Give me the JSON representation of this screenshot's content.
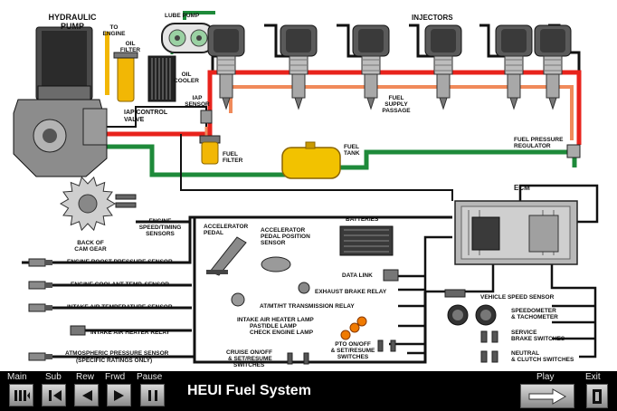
{
  "diagram": {
    "title": "HEUI Fuel System",
    "labels": {
      "hydraulic_pump": [
        "HYDRAULIC",
        "PUMP"
      ],
      "to_engine": [
        "TO",
        "ENGINE"
      ],
      "lube_pump": "LUBE PUMP",
      "oil_filter": [
        "OIL",
        "FILTER"
      ],
      "oil_cooler": [
        "OIL",
        "COOLER"
      ],
      "injectors": "INJECTORS",
      "iap_sensor": [
        "IAP",
        "SENSOR"
      ],
      "iap_control_valve": [
        "IAP CONTROL",
        "VALVE"
      ],
      "fuel_supply_passage": [
        "FUEL",
        "SUPPLY",
        "PASSAGE"
      ],
      "fuel_filter": [
        "FUEL",
        "FILTER"
      ],
      "fuel_tank": [
        "FUEL",
        "TANK"
      ],
      "fuel_pressure_regulator": [
        "FUEL PRESSURE",
        "REGULATOR"
      ],
      "ecm": "ECM",
      "back_of_cam_gear": [
        "BACK OF",
        "CAM GEAR"
      ],
      "engine_speed_timing_sensors": [
        "ENGINE",
        "SPEED/TIMING",
        "SENSORS"
      ],
      "accelerator_pedal": [
        "ACCELERATOR",
        "PEDAL"
      ],
      "accelerator_pedal_position_sensor": [
        "ACCELERATOR",
        "PEDAL POSITION",
        "SENSOR"
      ],
      "batteries": "BATTERIES",
      "engine_boost_pressure_sensor": "ENGINE BOOST PRESSURE SENSOR",
      "engine_coolant_temp_sensor": "ENGINE COOLANT TEMP. SENSOR",
      "intake_air_temperature_sensor": "INTAKE AIR TEMPERATURE SENSOR",
      "intake_air_heater_relay": "INTAKE AIR HEATER RELAY",
      "atmospheric_pressure_sensor": [
        "ATMOSPHERIC PRESSURE SENSOR",
        "(SPECIFIC RATINGS ONLY)"
      ],
      "data_link": "DATA LINK",
      "exhaust_brake_relay": "EXHAUST BRAKE RELAY",
      "at_mt_ht_transmission_relay": "AT/MT/HT TRANSMISSION RELAY",
      "lamps": [
        "INTAKE AIR HEATER LAMP",
        "PASTIDLE LAMP",
        "CHECK ENGINE LAMP"
      ],
      "pto_switches": [
        "PTO ON/OFF",
        "& SET/RESUME",
        "SWITCHES"
      ],
      "cruise_switches": [
        "CRUISE ON/OFF",
        "& SET/RESUME",
        "SWITCHES"
      ],
      "vehicle_speed_sensor": "VEHICLE SPEED SENSOR",
      "speedometer_tachometer": [
        "SPEEDOMETER",
        "& TACHOMETER"
      ],
      "service_brake_switches": [
        "SERVICE",
        "BRAKE SWITCHES"
      ],
      "neutral_clutch_switches": [
        "NEUTRAL",
        "& CLUTCH SWITCHES"
      ]
    }
  },
  "toolbar": {
    "main_label": "Main",
    "sub_label": "Sub",
    "rew_label": "Rew",
    "frwd_label": "Frwd",
    "pause_label": "Pause",
    "play_label": "Play",
    "exit_label": "Exit",
    "title": "HEUI Fuel System"
  },
  "colors": {
    "high_pressure_oil": "#e8231c",
    "fuel_line": "#1e8a3a",
    "return_line": "#f08a5a",
    "component_yellow": "#f2b705",
    "toolbar_bg": "#000000"
  }
}
